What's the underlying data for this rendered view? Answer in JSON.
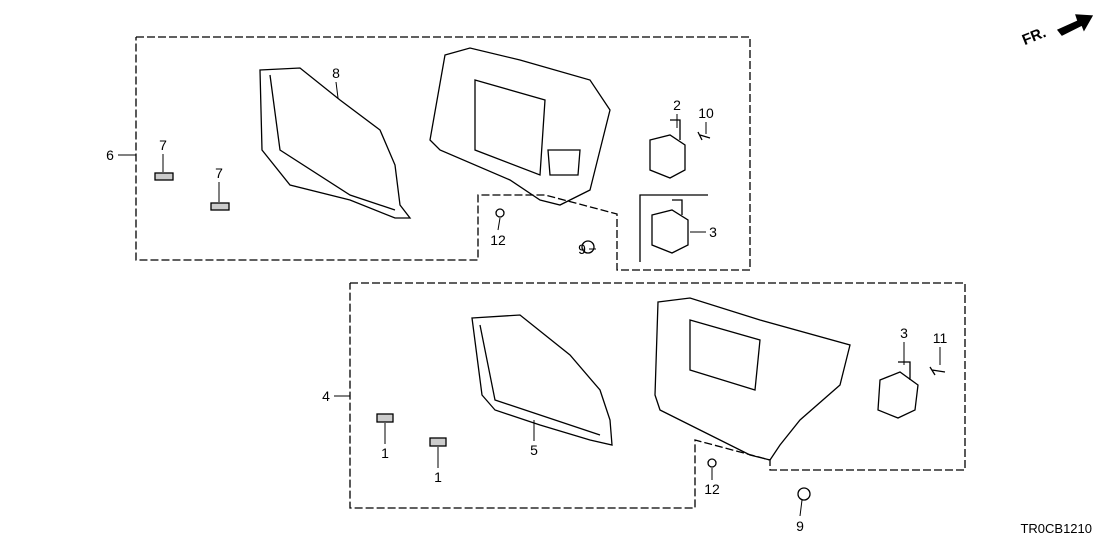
{
  "diagram": {
    "direction_label": "FR.",
    "drawing_code": "TR0CB1210",
    "callouts": [
      {
        "id": "c8",
        "text": "8"
      },
      {
        "id": "c2",
        "text": "2"
      },
      {
        "id": "c10",
        "text": "10"
      },
      {
        "id": "c6",
        "text": "6"
      },
      {
        "id": "c7a",
        "text": "7"
      },
      {
        "id": "c7b",
        "text": "7"
      },
      {
        "id": "c12a",
        "text": "12"
      },
      {
        "id": "c9a",
        "text": "9"
      },
      {
        "id": "c3a",
        "text": "3"
      },
      {
        "id": "c4",
        "text": "4"
      },
      {
        "id": "c3b",
        "text": "3"
      },
      {
        "id": "c11",
        "text": "11"
      },
      {
        "id": "c1a",
        "text": "1"
      },
      {
        "id": "c1b",
        "text": "1"
      },
      {
        "id": "c5",
        "text": "5"
      },
      {
        "id": "c12b",
        "text": "12"
      },
      {
        "id": "c9b",
        "text": "9"
      }
    ]
  }
}
